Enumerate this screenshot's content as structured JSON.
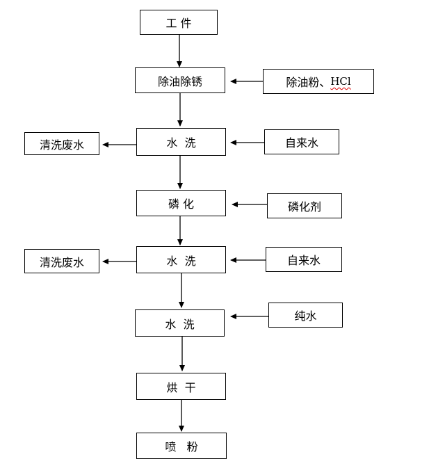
{
  "main_steps": {
    "workpiece": "工 件",
    "degrease": "除油除锈",
    "wash1": "水  洗",
    "phosphate": "磷 化",
    "wash2": "水  洗",
    "wash3": "水  洗",
    "dry": "烘  干",
    "spray": "喷   粉"
  },
  "inputs": {
    "degrease_agent_prefix": "除油粉、",
    "degrease_agent_hcl": "HCl",
    "tap_water_1": "自来水",
    "phosphating_agent": "磷化剂",
    "tap_water_2": "自来水",
    "pure_water": "纯水"
  },
  "outputs": {
    "wastewater_1": "清洗废水",
    "wastewater_2": "清洗废水"
  }
}
